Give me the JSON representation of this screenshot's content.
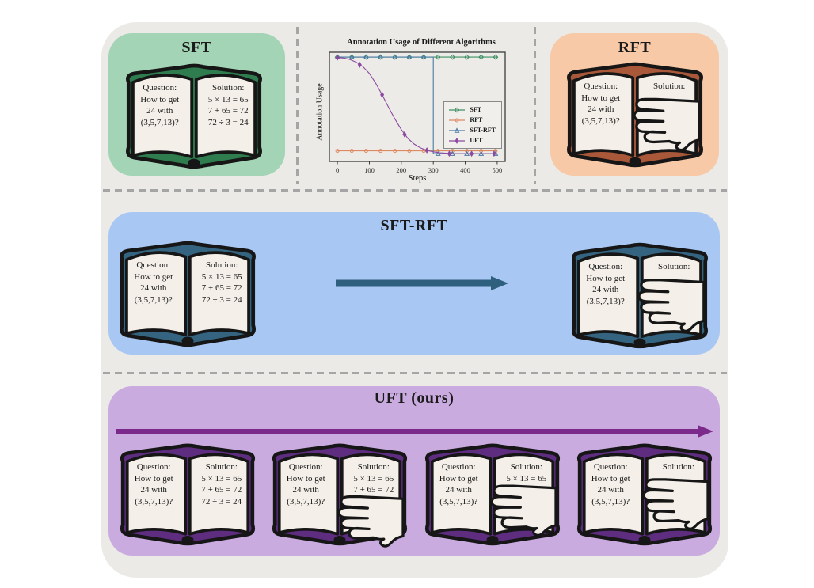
{
  "colors": {
    "outer_bg": "#ebeae7",
    "divider": "#a5a5a5",
    "page": "#f4efe8",
    "outline": "#161616",
    "sft_bg": "#a3d4b6",
    "sft_cover": "#2f7d4e",
    "rft_bg": "#f7c9a6",
    "rft_cover": "#a9583a",
    "sftrft_bg": "#a9c7f3",
    "sftrft_cover": "#34647f",
    "sftrft_arrow": "#2e5f7d",
    "uft_bg": "#c9abdf",
    "uft_cover": "#5f2d80",
    "uft_arrow": "#7b2a8c",
    "chart_bg": "#edebe8"
  },
  "sections": {
    "sft": {
      "title": "SFT",
      "book": {
        "question": "Question:\nHow to get\n24 with\n(3,5,7,13)?",
        "solution": "Solution:\n5 × 13 = 65\n7 + 65 = 72\n72 ÷ 3 = 24",
        "hand": false
      }
    },
    "rft": {
      "title": "RFT",
      "book": {
        "question": "Question:\nHow to get\n24 with\n(3,5,7,13)?",
        "solution": "Solution:",
        "hand": true
      }
    },
    "sft_rft": {
      "title": "SFT-RFT",
      "books": [
        {
          "question": "Question:\nHow to get\n24 with\n(3,5,7,13)?",
          "solution": "Solution:\n5 × 13 = 65\n7 + 65 = 72\n72 ÷ 3 = 24",
          "hand": false
        },
        {
          "question": "Question:\nHow to get\n24 with\n(3,5,7,13)?",
          "solution": "Solution:",
          "hand": true
        }
      ]
    },
    "uft": {
      "title": "UFT (ours)",
      "books": [
        {
          "question": "Question:\nHow to get\n24 with\n(3,5,7,13)?",
          "solution": "Solution:\n5 × 13 = 65\n7 + 65 = 72\n72 ÷ 3 = 24",
          "hand": false
        },
        {
          "question": "Question:\nHow to get\n24 with\n(3,5,7,13)?",
          "solution": "Solution:\n5 × 13 = 65\n7 + 65 = 72",
          "hand": true
        },
        {
          "question": "Question:\nHow to get\n24 with\n(3,5,7,13)?",
          "solution": "Solution:\n5 × 13 = 65",
          "hand": true
        },
        {
          "question": "Question:\nHow to get\n24 with\n(3,5,7,13)?",
          "solution": "Solution:",
          "hand": true
        }
      ]
    }
  },
  "chart_data": {
    "type": "line",
    "title": "Annotation Usage of Different Algorithms",
    "xlabel": "Steps",
    "ylabel": "Annotation Usage",
    "xlim": [
      -25,
      525
    ],
    "ylim": [
      -0.08,
      1.05
    ],
    "x_ticks": [
      0,
      100,
      200,
      300,
      400,
      500
    ],
    "grid": false,
    "legend_position": "center right",
    "series": [
      {
        "name": "SFT",
        "color": "#3f8f63",
        "marker": "diamond",
        "filled": false,
        "line": [
          [
            0,
            1
          ],
          [
            500,
            1
          ]
        ],
        "markers": [
          [
            0,
            1
          ],
          [
            45,
            1
          ],
          [
            90,
            1
          ],
          [
            135,
            1
          ],
          [
            180,
            1
          ],
          [
            225,
            1
          ],
          [
            270,
            1
          ],
          [
            315,
            1
          ],
          [
            360,
            1
          ],
          [
            405,
            1
          ],
          [
            450,
            1
          ],
          [
            495,
            1
          ]
        ]
      },
      {
        "name": "RFT",
        "color": "#dd8a62",
        "marker": "circle",
        "filled": false,
        "line": [
          [
            0,
            0.03
          ],
          [
            500,
            0.03
          ]
        ],
        "markers": [
          [
            0,
            0.03
          ],
          [
            45,
            0.03
          ],
          [
            90,
            0.03
          ],
          [
            135,
            0.03
          ],
          [
            180,
            0.03
          ],
          [
            225,
            0.03
          ],
          [
            270,
            0.03
          ],
          [
            315,
            0.03
          ],
          [
            360,
            0.03
          ],
          [
            405,
            0.03
          ],
          [
            450,
            0.03
          ],
          [
            495,
            0.03
          ]
        ]
      },
      {
        "name": "SFT-RFT",
        "color": "#4a7aa6",
        "marker": "triangle",
        "filled": false,
        "line": [
          [
            0,
            1
          ],
          [
            300,
            1
          ],
          [
            300,
            0
          ],
          [
            500,
            0
          ]
        ],
        "markers": [
          [
            0,
            1
          ],
          [
            45,
            1
          ],
          [
            90,
            1
          ],
          [
            135,
            1
          ],
          [
            180,
            1
          ],
          [
            225,
            1
          ],
          [
            270,
            1
          ],
          [
            315,
            0
          ],
          [
            360,
            0
          ],
          [
            405,
            0
          ],
          [
            450,
            0
          ],
          [
            495,
            0
          ]
        ]
      },
      {
        "name": "UFT",
        "color": "#8b4aa0",
        "marker": "thin-diamond",
        "filled": true,
        "line": [
          [
            0,
            0.995
          ],
          [
            20,
            0.99
          ],
          [
            40,
            0.975
          ],
          [
            60,
            0.945
          ],
          [
            80,
            0.9
          ],
          [
            100,
            0.83
          ],
          [
            120,
            0.73
          ],
          [
            140,
            0.61
          ],
          [
            160,
            0.48
          ],
          [
            180,
            0.36
          ],
          [
            200,
            0.25
          ],
          [
            220,
            0.16
          ],
          [
            240,
            0.1
          ],
          [
            260,
            0.06
          ],
          [
            280,
            0.035
          ],
          [
            300,
            0.02
          ],
          [
            320,
            0.01
          ],
          [
            340,
            0.005
          ],
          [
            360,
            0
          ],
          [
            500,
            0
          ]
        ],
        "markers": [
          [
            0,
            0.995
          ],
          [
            70,
            0.92
          ],
          [
            140,
            0.61
          ],
          [
            210,
            0.2
          ],
          [
            280,
            0.035
          ],
          [
            350,
            0
          ],
          [
            420,
            0
          ],
          [
            490,
            0
          ]
        ]
      }
    ]
  }
}
